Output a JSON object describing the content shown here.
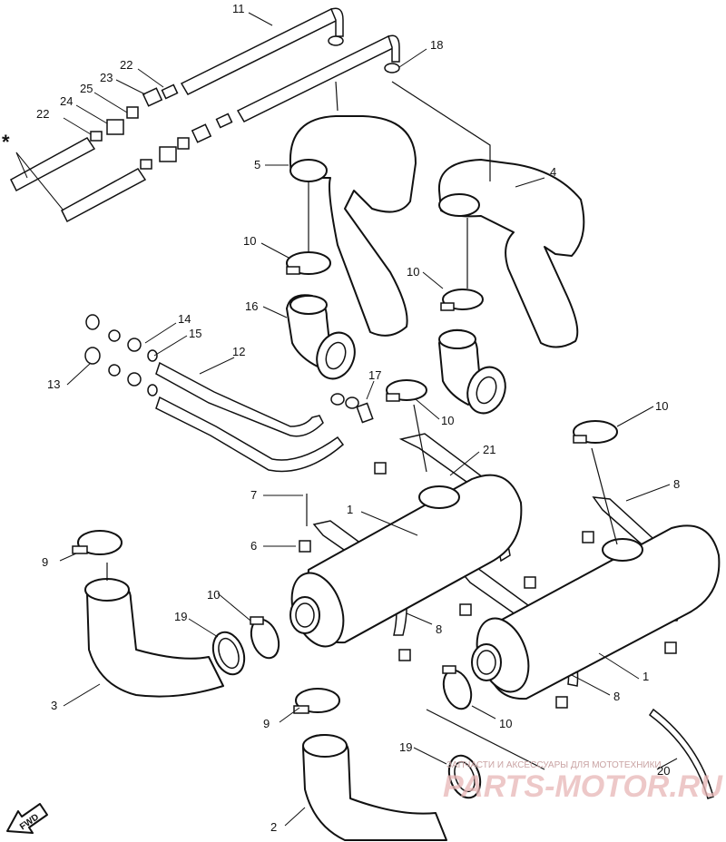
{
  "callouts": {
    "c1a": "1",
    "c1b": "1",
    "c2": "2",
    "c3": "3",
    "c4": "4",
    "c5": "5",
    "c6": "6",
    "c7": "7",
    "c8a": "8",
    "c8b": "8",
    "c8c": "8",
    "c9a": "9",
    "c9b": "9",
    "c10a": "10",
    "c10b": "10",
    "c10c": "10",
    "c10d": "10",
    "c10e": "10",
    "c10f": "10",
    "c11": "11",
    "c12": "12",
    "c13": "13",
    "c14": "14",
    "c15": "15",
    "c16": "16",
    "c17": "17",
    "c18": "18",
    "c19a": "19",
    "c19b": "19",
    "c20": "20",
    "c21": "21",
    "c22a": "22",
    "c22b": "22",
    "c23": "23",
    "c24": "24",
    "c25": "25",
    "star": "*"
  },
  "fwd_label": "FWD",
  "watermark": {
    "tagline": "ЗАПЧАСТИ И АКСЕССУАРЫ ДЛЯ МОТОТЕХНИКИ",
    "brand": "PARTS-MOTOR.RU"
  }
}
